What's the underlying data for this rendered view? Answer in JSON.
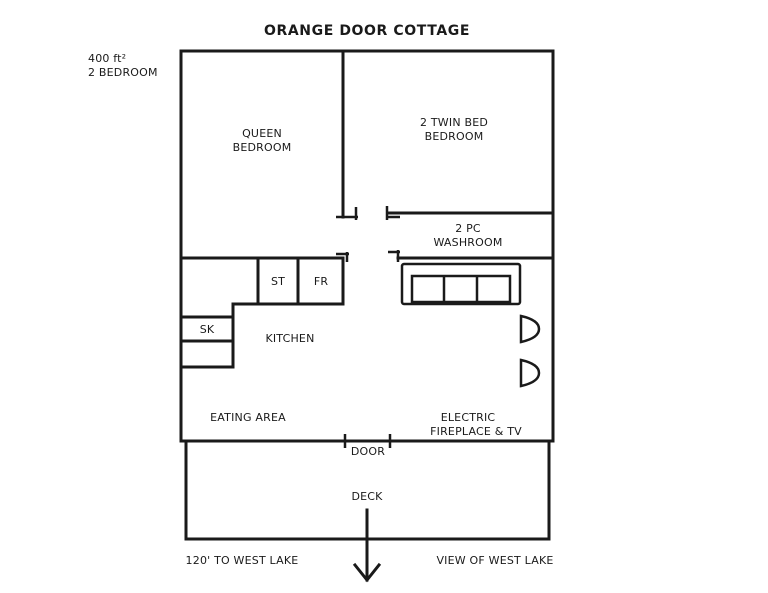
{
  "title": "ORANGE DOOR COTTAGE",
  "info": {
    "area": "400 ft²",
    "bedrooms": "2 BEDROOM"
  },
  "rooms": {
    "queen_bedroom": [
      "QUEEN",
      "BEDROOM"
    ],
    "twin_bedroom": [
      "2 TWIN BED",
      "BEDROOM"
    ],
    "washroom": [
      "2 PC",
      "WASHROOM"
    ],
    "stove": "ST",
    "fridge": "FR",
    "sink": "SK",
    "kitchen": "KITCHEN",
    "eating_area": "EATING AREA",
    "fireplace": [
      "ELECTRIC",
      "FIREPLACE & TV"
    ],
    "door": "DOOR",
    "deck": "DECK"
  },
  "footer": {
    "distance": "120' TO WEST LAKE",
    "view": "VIEW OF WEST LAKE"
  }
}
